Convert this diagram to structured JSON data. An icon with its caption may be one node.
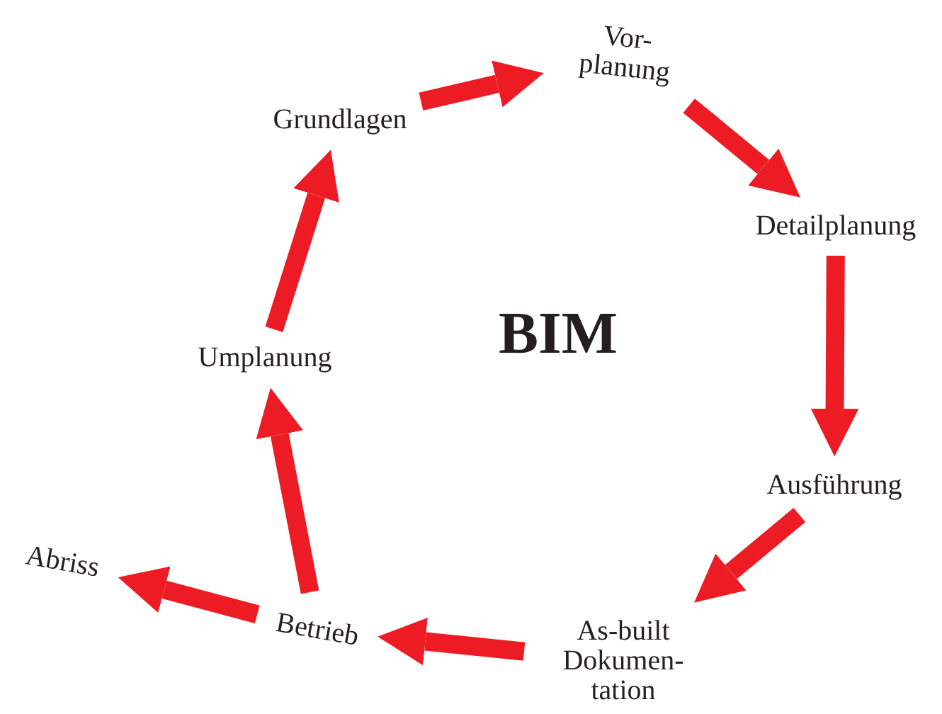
{
  "diagram": {
    "title": "BIM",
    "nodes": [
      {
        "text": [
          "Grundlagen"
        ]
      },
      {
        "text": [
          "Vor- planung"
        ]
      },
      {
        "text": [
          "Detailplanung"
        ]
      },
      {
        "text": [
          "Ausführung"
        ]
      },
      {
        "text": [
          "As-built Dokumen- tation"
        ]
      },
      {
        "text": [
          "Betrieb"
        ]
      },
      {
        "text": [
          "Abriss"
        ]
      },
      {
        "text": [
          "Umplanung"
        ]
      }
    ],
    "edges": [
      {
        "from": 0,
        "to": 1,
        "arrow": "to"
      },
      {
        "from": 1,
        "to": 2,
        "arrow": "to"
      },
      {
        "from": 2,
        "to": 3,
        "arrow": "to"
      },
      {
        "from": 3,
        "to": 4,
        "arrow": "to"
      },
      {
        "from": 4,
        "to": 5,
        "arrow": "to"
      },
      {
        "from": 5,
        "to": 6,
        "arrow": "to"
      },
      {
        "from": 5,
        "to": 7,
        "arrow": "to"
      },
      {
        "from": 7,
        "to": 0,
        "arrow": "to"
      }
    ]
  }
}
